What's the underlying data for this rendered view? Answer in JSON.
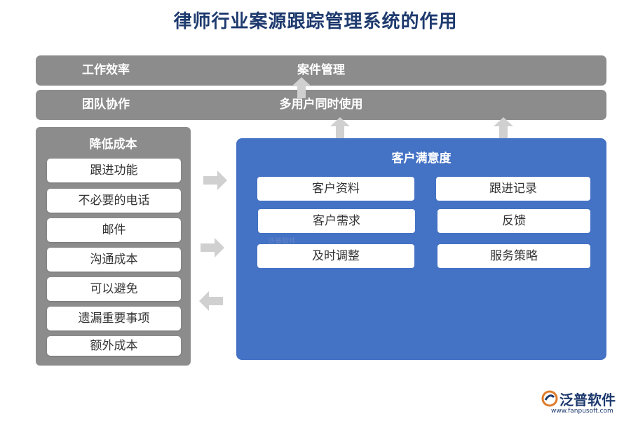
{
  "title": "律师行业案源跟踪管理系统的作用",
  "bars": [
    {
      "left_label": "工作效率",
      "center_label": "案件管理"
    },
    {
      "left_label": "团队协作",
      "center_label": "多用户同时使用"
    }
  ],
  "left_panel": {
    "title": "降低成本",
    "items": [
      "跟进功能",
      "不必要的电话",
      "邮件",
      "沟通成本",
      "可以避免",
      "遗漏重要事项",
      "额外成本"
    ]
  },
  "right_panel": {
    "title": "客户满意度",
    "items": [
      "客户资料",
      "跟进记录",
      "客户需求",
      "反馈",
      "及时调整",
      "服务策略"
    ],
    "watermark": "泛普软件"
  },
  "logo": {
    "name": "泛普软件",
    "url": "www.fanpusoft.com"
  },
  "colors": {
    "gray_box": "#8c8c8c",
    "blue_box": "#4472c4",
    "title": "#1e3a6e",
    "arrow": "#d0d0d0"
  }
}
